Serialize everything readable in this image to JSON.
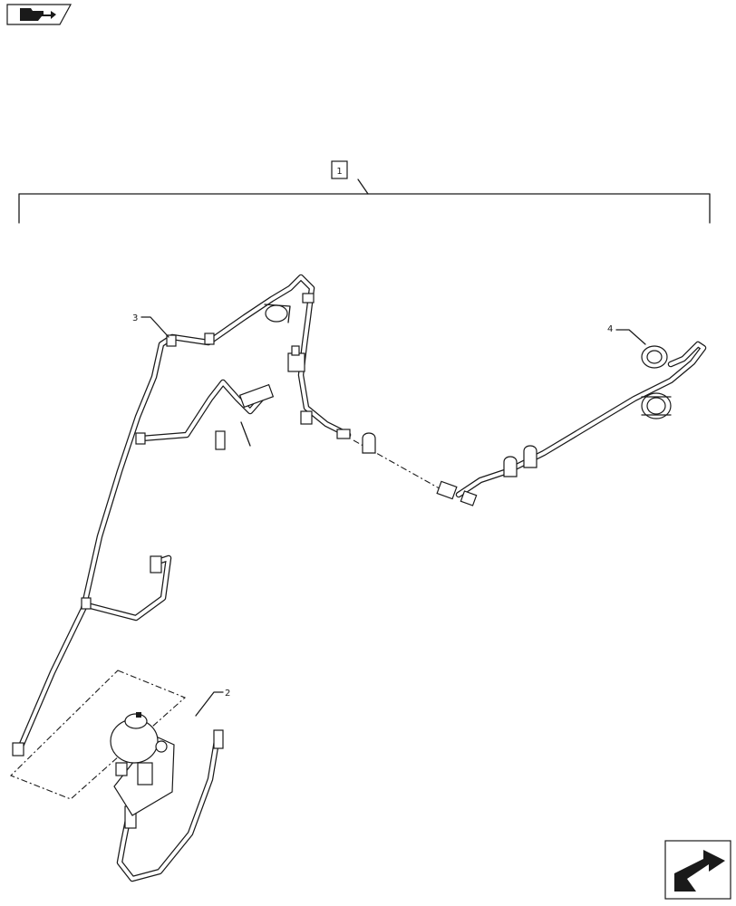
{
  "callouts": {
    "main_assembly": "1",
    "item_2": "2",
    "item_3": "3",
    "item_4": "4"
  },
  "icons": {
    "top_left": "book-arrow-icon",
    "bottom_right": "next-page-arrow-icon"
  }
}
